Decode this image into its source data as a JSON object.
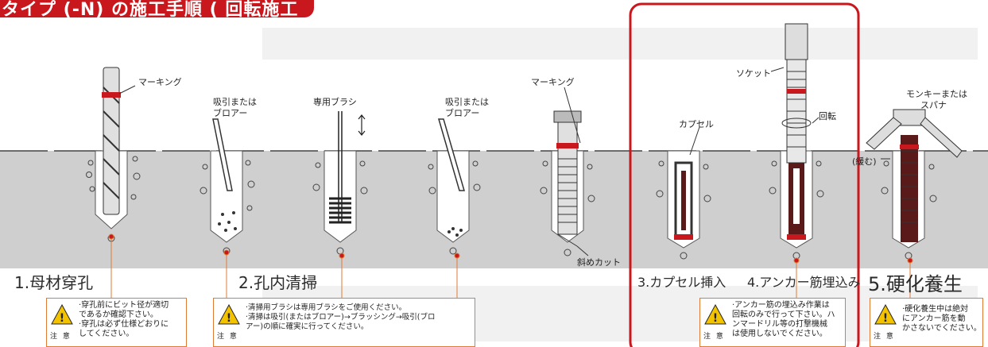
{
  "header": {
    "title": "タイプ (-N) の施工手順 ( 回転施工手順 )"
  },
  "callouts": {
    "marking_drill": "マーキング",
    "suction_1": [
      "吸引または",
      "ブロアー"
    ],
    "brush": "専用ブラシ",
    "suction_2": [
      "吸引または",
      "ブロアー"
    ],
    "marking_anchor": "マーキング",
    "diagonal_cut": "斜めカット",
    "capsule": "カプセル",
    "socket": "ソケット",
    "rotation": "回転",
    "wrench": [
      "モンキーまたは",
      "スパナ"
    ],
    "loosen": "(緩む)"
  },
  "steps": {
    "s1": "1.母材穿孔",
    "s2": "2.孔内清掃",
    "s3": "3.カプセル挿入",
    "s4": "4.アンカー筋埋込み",
    "s5": "5.硬化養生"
  },
  "notes": {
    "caution_label": "注 意",
    "n1": [
      "·穿孔前にビット径が適切",
      "であるか確認下さい。",
      "·穿孔は必ず仕様どおりに",
      "してください。"
    ],
    "n2": [
      "·清掃用ブラシは専用ブラシをご使用ください。",
      "·清掃は吸引(またはブロアー)→ブラッシング→吸引(ブロ",
      "アー)の順に確実に行ってください。"
    ],
    "n3": [
      "·アンカー筋の埋込み作業は",
      "回転のみで行って下さい。ハ",
      "ンマードリル等の打撃機械",
      "は使用しないでください。"
    ],
    "n4": [
      "·硬化養生中は絶対",
      "にアンカー筋を動",
      "かさないでください。"
    ]
  },
  "colors": {
    "accent": "#c8171d",
    "concrete": "#cfcfcf",
    "note_border": "#e07a34",
    "resin": "#5a1a1a"
  }
}
